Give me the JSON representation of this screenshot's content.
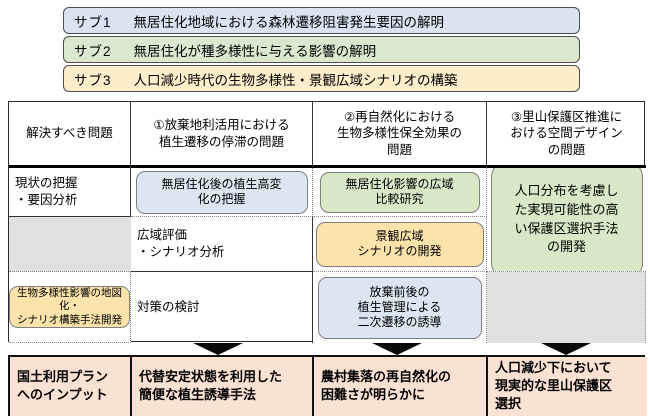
{
  "colors": {
    "banner_blue": "#dae3f2",
    "banner_green": "#dbe8d0",
    "banner_yellow": "#fdeecb",
    "box_blue": "#dce6f2",
    "box_green": "#d8e7c6",
    "box_yellow": "#fbe3ab",
    "empty_cell_gray": "#e0e0e0",
    "outcome_salmon": "#fbe1d2",
    "arrow_black": "#0a0a0a",
    "box_border_gray": "#7f7f7f"
  },
  "banners": [
    {
      "label": "サブ1",
      "title": "無居住化地域における森林遷移阻害発生要因の解明"
    },
    {
      "label": "サブ2",
      "title": "無居住化が種多様性に与える影響の解明"
    },
    {
      "label": "サブ3",
      "title": "人口減少時代の生物多様性・景観広域シナリオの構築"
    }
  ],
  "table": {
    "corner_header": "解決すべき問題",
    "col_headers": [
      {
        "text": "①放棄地利活用における\n植生遷移の停滞の問題"
      },
      {
        "text": "②再自然化における\n生物多様性保全効果の\n問題"
      },
      {
        "text": "③里山保護区推進に\nおける空間デザイン\nの問題"
      }
    ],
    "row_headers": [
      {
        "text": "現状の把握\n・要因分析"
      },
      {
        "text": "広域評価\n・シナリオ分析"
      },
      {
        "text": "対策の検討"
      }
    ],
    "boxes": {
      "r1c1": "無居住化後の植生高変\n化の把握",
      "r1c2": "無居住化影響の広域\n比較研究",
      "r2c1": "景観広域\nシナリオの開発",
      "r2c2": "生物多様性影響の地図化・\nシナリオ構築手法開発",
      "r2r3c3": "人口分布を考慮し\nた実現可能性の高\nい保護区選択手法\nの開発",
      "r3c1": "放棄前後の\n植生管理による\n二次遷移の誘導"
    }
  },
  "outcomes": [
    {
      "text": "国土利用プラン\nへのインプット"
    },
    {
      "text": "代替安定状態を利用した\n簡便な植生誘導手法"
    },
    {
      "text": "農村集落の再自然化の\n困難さが明らかに"
    },
    {
      "text": "人口減少下において\n現実的な里山保護区\n選択"
    }
  ]
}
